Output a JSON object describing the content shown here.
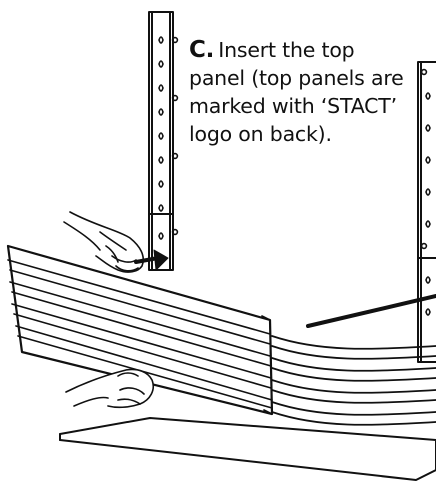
{
  "instruction": {
    "step_letter": "C.",
    "line1": "Insert the top",
    "line2": "panel (top panels are",
    "line3": "marked with ‘STACT’",
    "line4": "logo on back)."
  },
  "colors": {
    "ink": "#111111",
    "paper": "#ffffff",
    "fill": "#f4f4f4"
  },
  "icons": {
    "hand-top": "hand-icon",
    "hand-bottom": "hand-icon",
    "arrow": "arrow-down-icon"
  }
}
